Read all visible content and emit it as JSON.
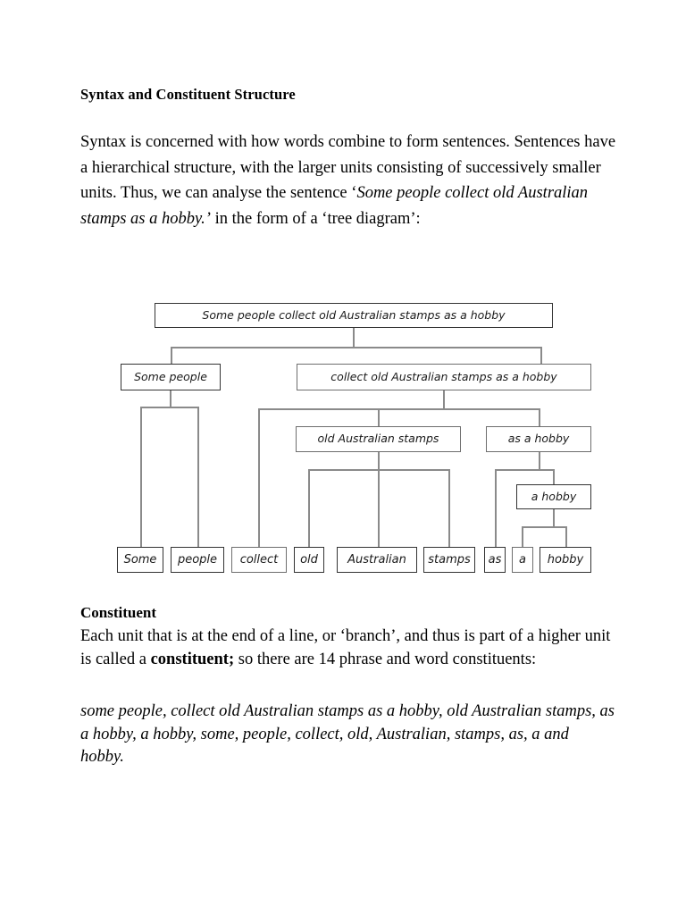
{
  "document": {
    "title": "Syntax and Constituent Structure",
    "intro": {
      "part1": "Syntax is concerned with how words combine to form sentences. Sentences have a hierarchical structure, with the larger units consisting of successively smaller units. Thus, we can analyse the sentence ‘",
      "emphasis": "Some people collect old Australian stamps as a hobby.’",
      "part2": " in the form of a ‘tree diagram’:"
    },
    "section": {
      "heading": "Constituent",
      "body_part1": "Each unit that is at the end of a line, or ‘branch’, and thus is part of a higher unit is called a ",
      "body_bold": "constituent;",
      "body_part2": " so there are 14 phrase and word constituents:",
      "constituent_list_text": "some people, collect old Australian stamps as a hobby, old Australian stamps, as a hobby, a hobby, some, people, collect, old, Australian, stamps, as, a and hobby.",
      "constituent_count": "14",
      "constituents": [
        "some people",
        "collect old Australian stamps as a hobby",
        "old Australian stamps",
        "as a hobby",
        "a hobby",
        "some",
        "people",
        "collect",
        "old",
        "Australian",
        "stamps",
        "as",
        "a",
        "hobby"
      ]
    }
  },
  "tree": {
    "sentence": "Some people collect old Australian stamps as a hobby",
    "nodes": {
      "root": "Some people collect old Australian stamps as a hobby",
      "np_subject": "Some people",
      "vp": "collect old Australian stamps as a hobby",
      "np_object": "old Australian stamps",
      "pp": "as a hobby",
      "np_hobby": "a hobby",
      "w_some": "Some",
      "w_people": "people",
      "w_collect": "collect",
      "w_old": "old",
      "w_australian": "Australian",
      "w_stamps": "stamps",
      "w_as": "as",
      "w_a": "a",
      "w_hobby": "hobby"
    },
    "colors": {
      "box_border": "#6e6e6e",
      "box_border_dark": "#333333",
      "wire": "#8a8a8a",
      "text": "#1a1a1a",
      "background": "#ffffff"
    }
  }
}
